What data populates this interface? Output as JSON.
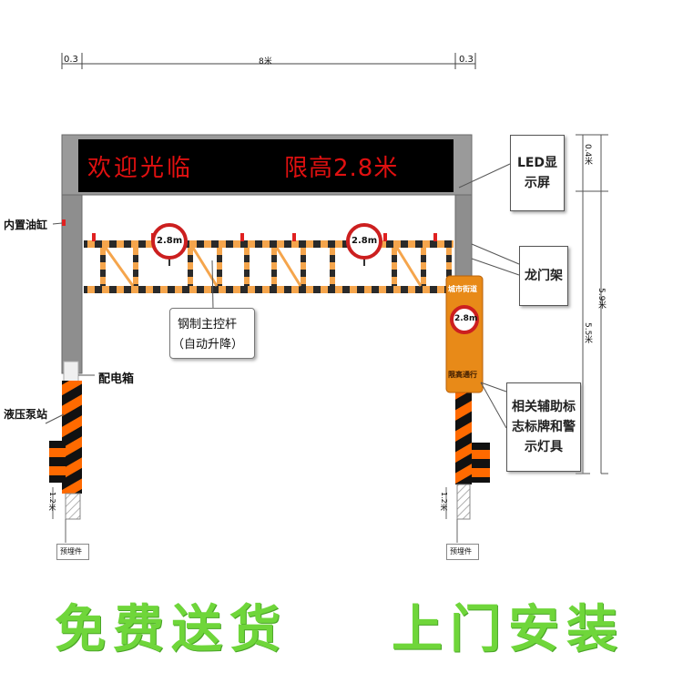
{
  "dimensions": {
    "left_margin": "0.3",
    "span": "8米",
    "right_margin": "0.3",
    "top_height": "0.4米",
    "total_height": "5.9米",
    "clear_height": "5.5米",
    "base_depth": "1.2米"
  },
  "led_display": {
    "welcome": "欢迎光临",
    "height_limit": "限高2.8米"
  },
  "barrier_sign_text": "2.8m",
  "side_sign": {
    "top": "城市街道",
    "circle": "2.8m",
    "bottom": "限高通行"
  },
  "labels": {
    "oil_cylinder": "内置油缸",
    "distribution_box": "配电箱",
    "hydraulic_station": "液压泵站",
    "steel_bar_line1": "钢制主控杆",
    "steel_bar_line2": "（自动升降）",
    "foundation_left": "预埋件",
    "foundation_right": "预埋件"
  },
  "callouts": {
    "led": [
      "LED显",
      "示屏"
    ],
    "gantry": "龙门架",
    "signs": [
      "相关辅助标",
      "志标牌和警",
      "示灯具"
    ]
  },
  "slogans": {
    "left": "免费送货",
    "right": "上门安装"
  },
  "colors": {
    "led_text": "#e01010",
    "frame": "#8e8e8e",
    "barrier_orange": "#f29b3a",
    "stripe_orange": "#ff6a00",
    "slogan_green": "#6fd63a"
  }
}
